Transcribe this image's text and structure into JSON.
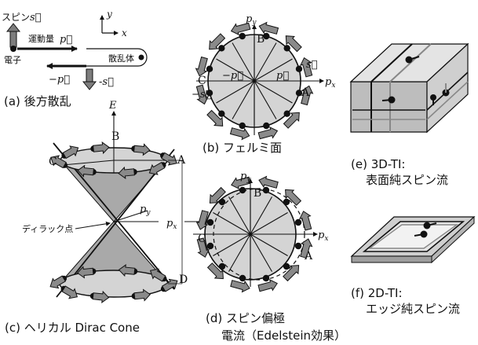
{
  "panel_a": {
    "spin_label": "スピン",
    "spin_symbol": "s⃗",
    "momentum_label": "運動量",
    "momentum_symbol": "p⃗",
    "electron_label": "電子",
    "scatterer_label": "散乱体",
    "neg_p": "−p⃗",
    "neg_s": "-s⃗",
    "axis_x": "x",
    "axis_y": "y",
    "caption": "(a) 後方散乱"
  },
  "panel_b": {
    "axis_px": "p",
    "axis_px_sub": "x",
    "axis_py": "p",
    "axis_py_sub": "y",
    "pt_A": "A",
    "pt_B": "B",
    "pt_C": "C",
    "p_vec": "p⃗",
    "neg_p_vec": "−p⃗",
    "s_vec": "s⃗",
    "neg_s_vec": "−s⃗",
    "caption": "(b) フェルミ面"
  },
  "panel_c": {
    "axis_E": "E",
    "axis_px": "p",
    "axis_px_sub": "x",
    "axis_py": "p",
    "axis_py_sub": "y",
    "pt_A": "A",
    "pt_B": "B",
    "pt_C": "C",
    "pt_D": "D",
    "dirac_point": "ディラック点",
    "caption": "(c) ヘリカル Dirac Cone"
  },
  "panel_d": {
    "axis_px": "p",
    "axis_px_sub": "x",
    "axis_py": "p",
    "axis_py_sub": "y",
    "pt_A": "A",
    "pt_B": "B",
    "pt_C": "C",
    "caption_line1": "(d) スピン偏極",
    "caption_line2": "電流（Edelstein効果）"
  },
  "panel_e": {
    "caption_line1": "(e) 3D-TI:",
    "caption_line2": "表面純スピン流"
  },
  "panel_f": {
    "caption_line1": "(f) 2D-TI:",
    "caption_line2": "エッジ純スピン流"
  },
  "colors": {
    "arrow_fill": "#8a8a8a",
    "disk_fill": "#d4d4d4",
    "cone_fill": "#a9a9a9",
    "dot": "#111111",
    "slab_top": "#e4e4e4",
    "slab_side": "#bdbdbd"
  }
}
